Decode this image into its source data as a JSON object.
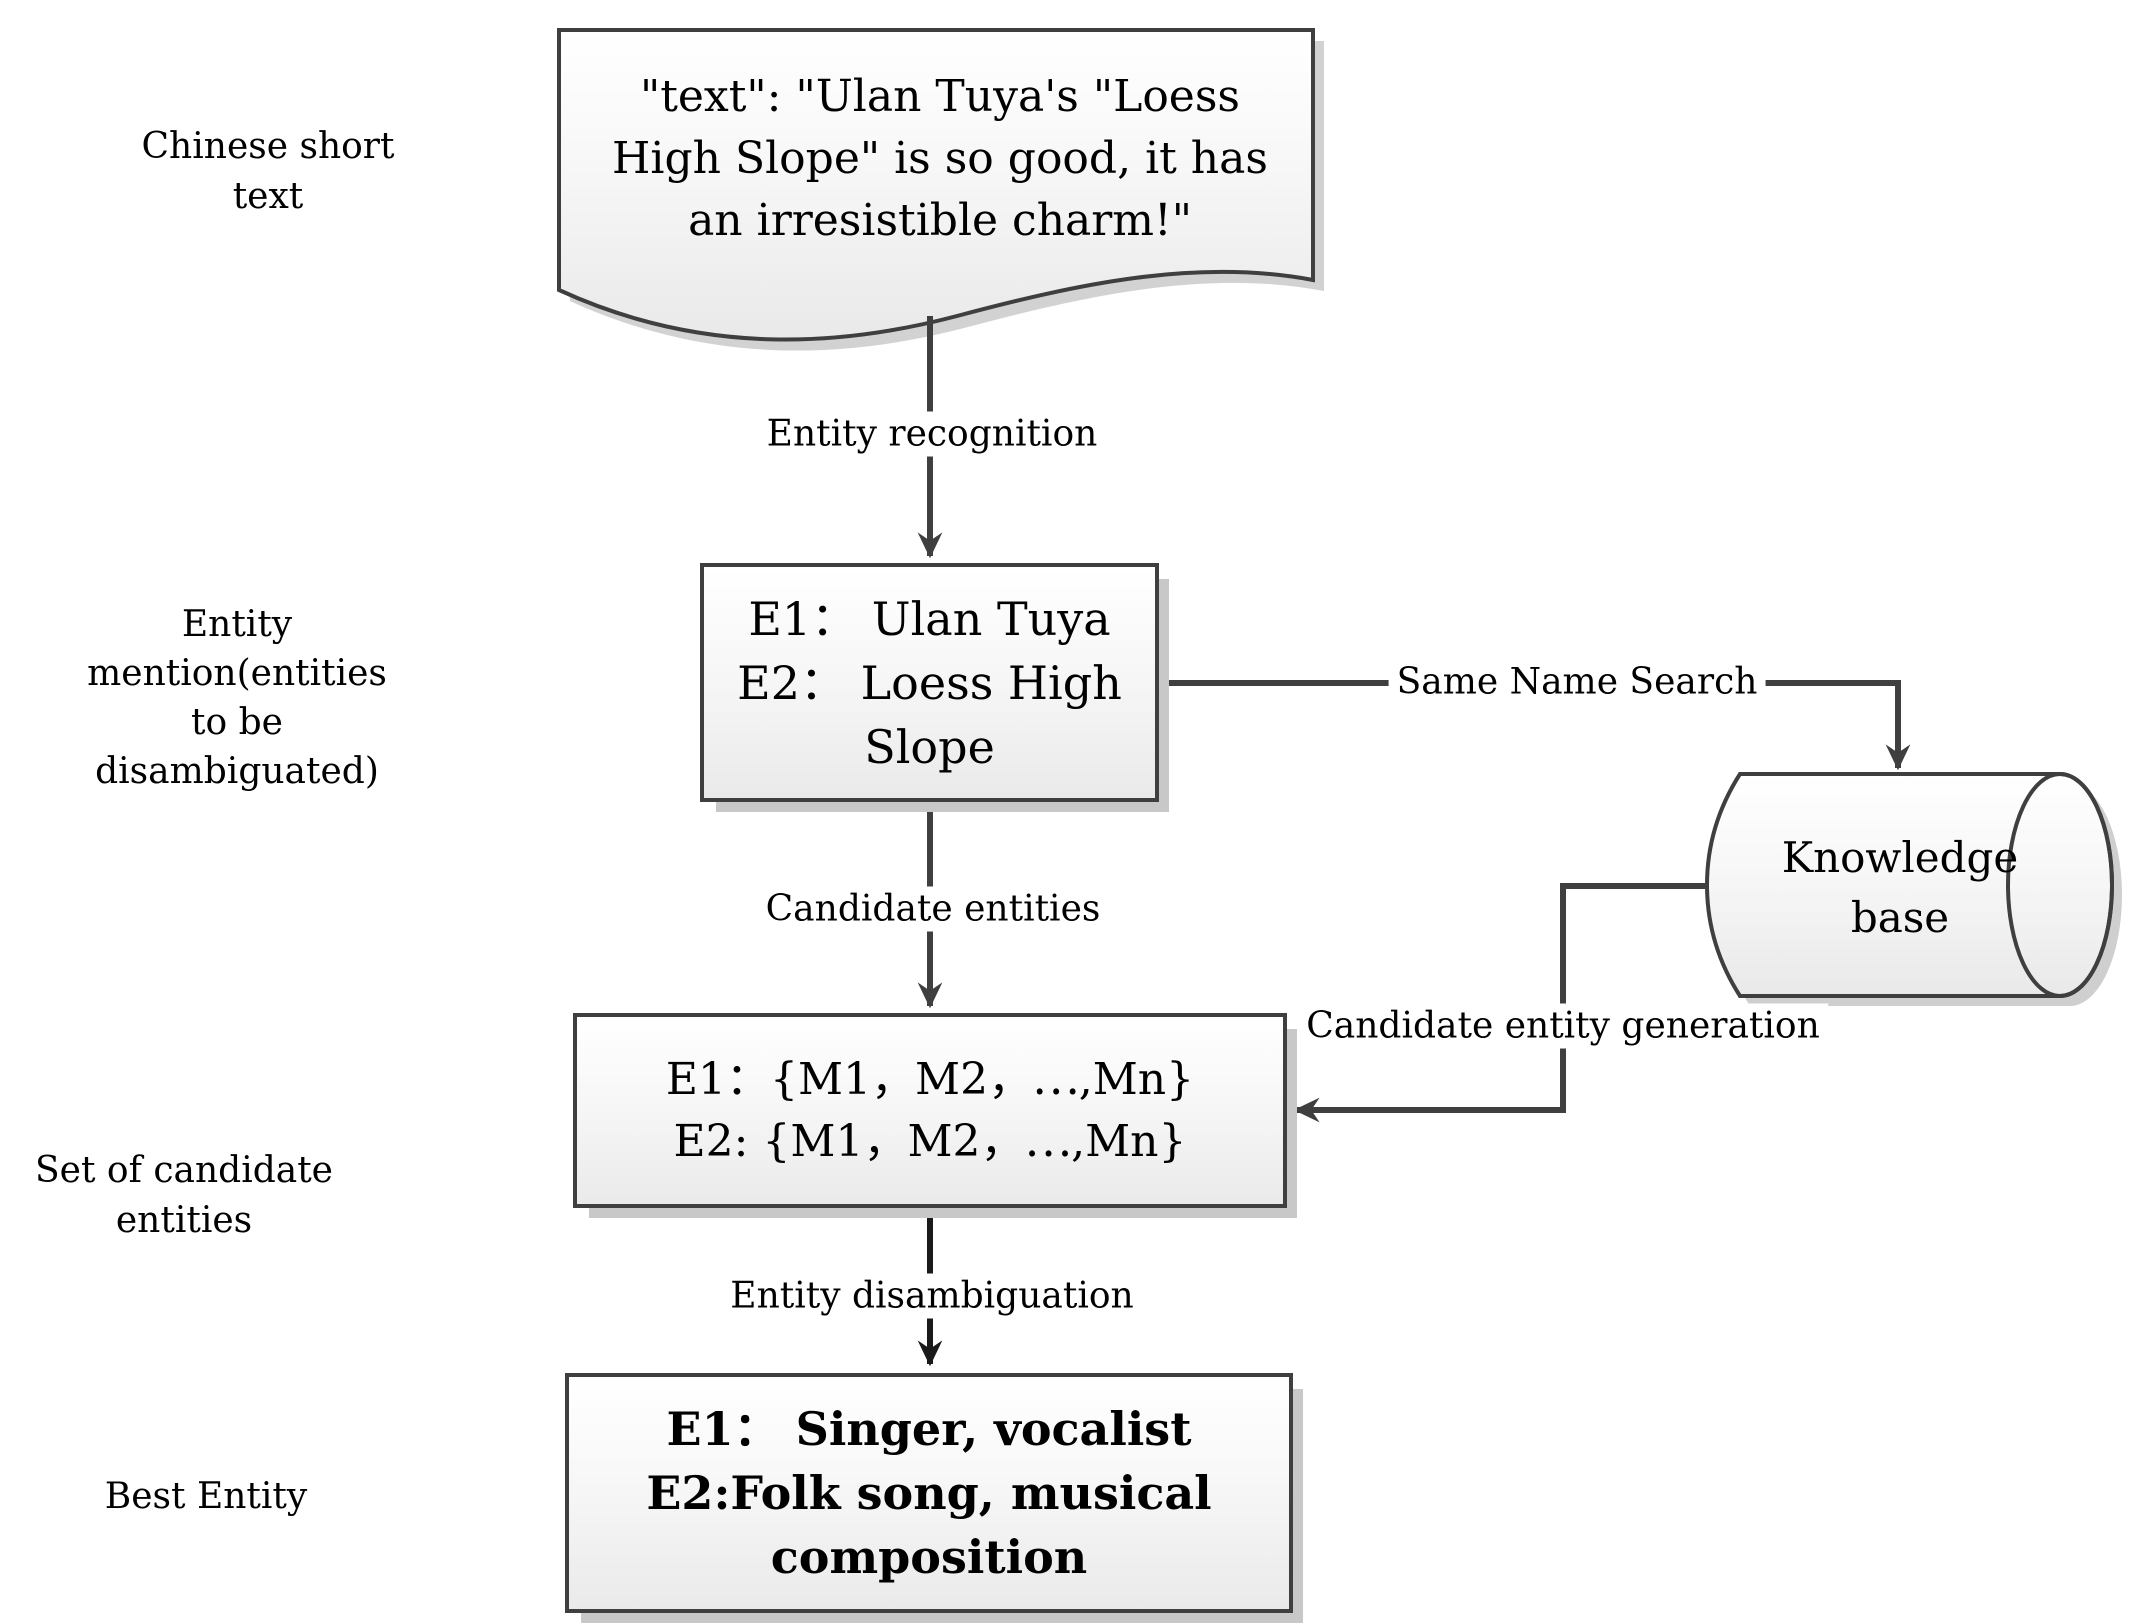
{
  "colors": {
    "line": "#3f3f3f",
    "line_dark": "#1a1a1a",
    "border": "#3f3f3f",
    "shadow": "#c8c8c8",
    "fill_top": "#ffffff",
    "fill_bottom": "#eaeaea",
    "text": "#000000"
  },
  "side_labels": {
    "chinese_short_text": [
      "Chinese short",
      "text"
    ],
    "entity_mention": [
      "Entity",
      "mention(entities",
      "to be",
      "disambiguated)"
    ],
    "candidate_set": [
      "Set of candidate",
      "entities"
    ],
    "best_entity": [
      "Best Entity"
    ]
  },
  "nodes": {
    "document": [
      "\"text\": \"Ulan Tuya's \"Loess",
      "High Slope\" is so good, it has",
      "an irresistible charm!\""
    ],
    "mention_box": [
      "E1： Ulan Tuya",
      "E2： Loess High",
      "Slope"
    ],
    "candidate_box": [
      "E1：{M1，M2，⋯,Mn}",
      "E2: {M1，M2，⋯,Mn}"
    ],
    "best_box": [
      "E1： Singer, vocalist",
      "E2:Folk song, musical",
      "composition"
    ],
    "knowledge_base": [
      "Knowledge",
      "base"
    ]
  },
  "edge_labels": {
    "entity_recognition": "Entity recognition",
    "same_name_search": "Same Name Search",
    "candidate_entities": "Candidate entities",
    "candidate_entity_generation": "Candidate entity generation",
    "entity_disambiguation": "Entity disambiguation"
  }
}
